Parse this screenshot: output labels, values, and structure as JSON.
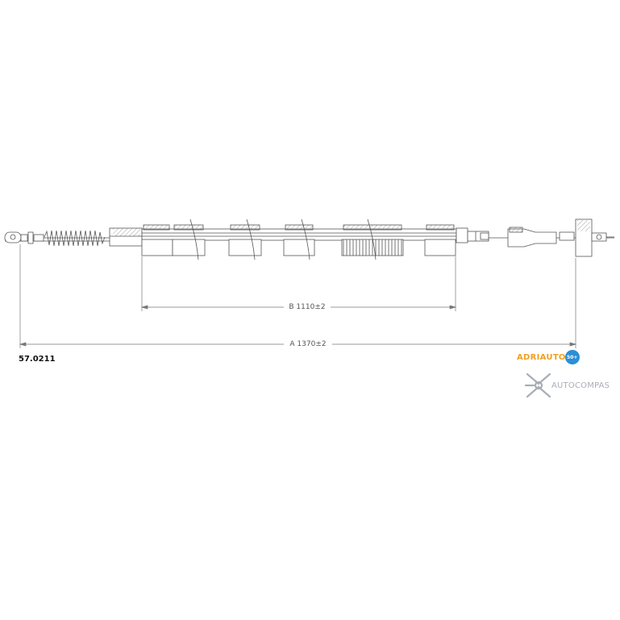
{
  "drawing": {
    "part_number": "57.0211",
    "dimension_b": "B  1110±2",
    "dimension_a": "A  1370±2"
  },
  "brand": {
    "name": "ADRIAUTO",
    "badge_text": "50+",
    "primary_color": "#f0a020",
    "badge_color": "#2a8fd6"
  },
  "watermark": {
    "text": "AUTOCOMPAS",
    "color": "#a8aeb6",
    "icon": "autocompas-logo-icon"
  },
  "colors": {
    "line": "#555555",
    "hatch": "#888888"
  }
}
